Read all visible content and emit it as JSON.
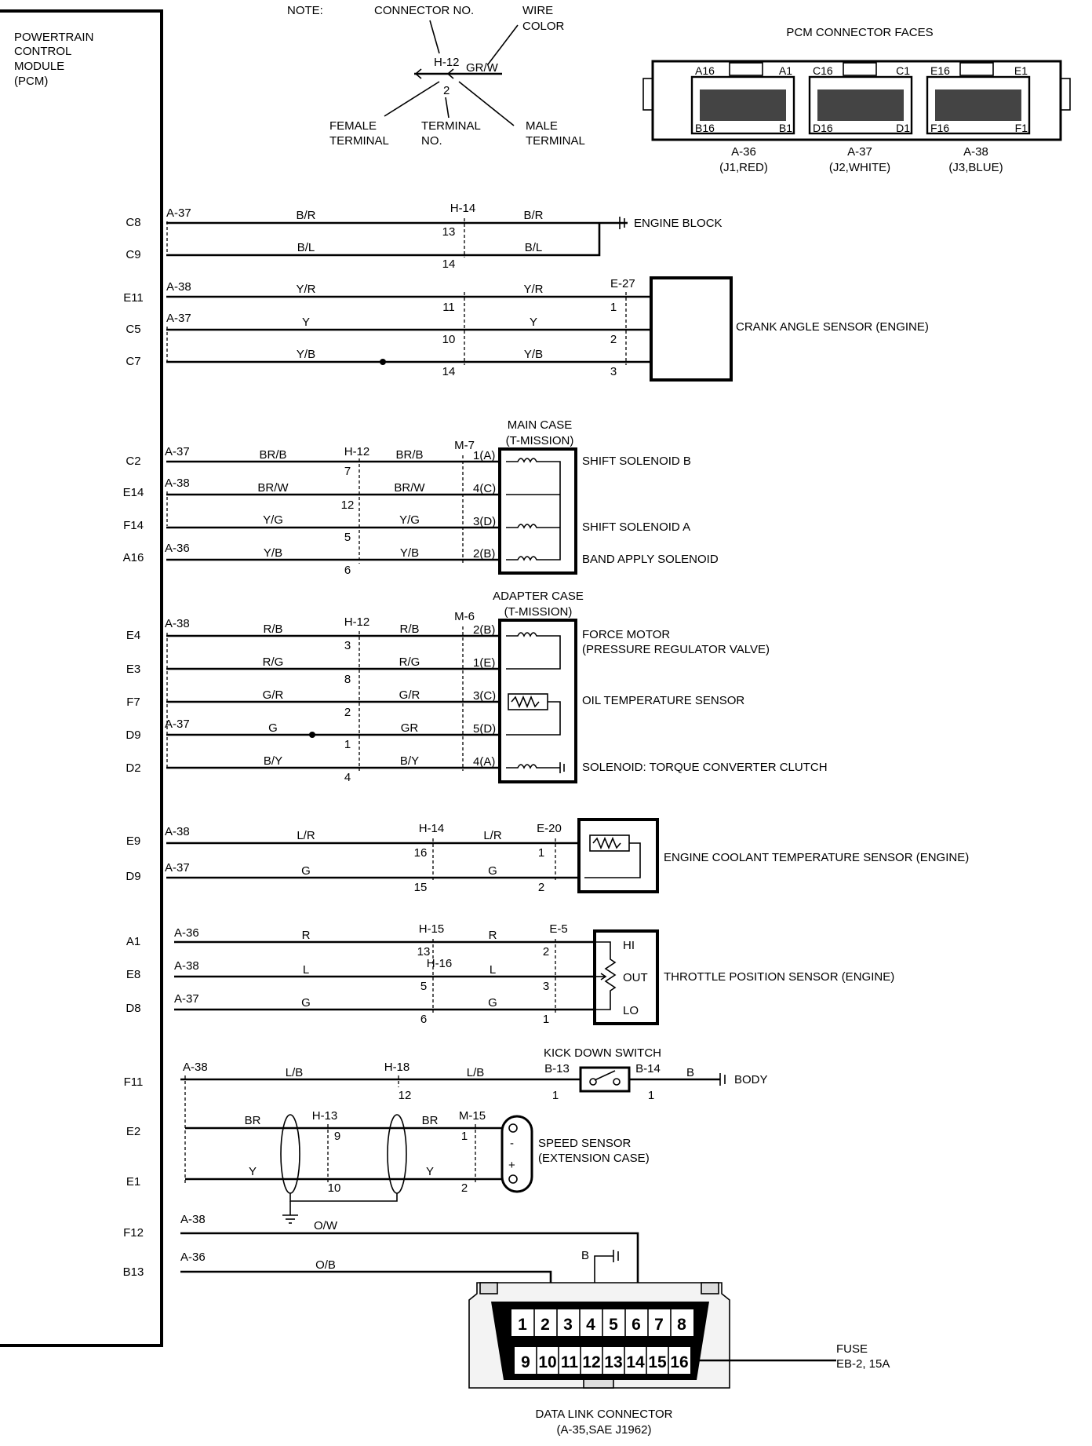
{
  "pcm": {
    "title_lines": [
      "POWERTRAIN",
      "CONTROL",
      "MODULE",
      "(PCM)"
    ],
    "pins": [
      "C8",
      "C9",
      "E11",
      "C5",
      "C7",
      "C2",
      "E14",
      "F14",
      "A16",
      "E4",
      "E3",
      "F7",
      "D9",
      "D2",
      "E9",
      "D9",
      "A1",
      "E8",
      "D8",
      "F11",
      "E2",
      "E1",
      "F12",
      "B13"
    ]
  },
  "note": {
    "title": "NOTE:",
    "connector_no": "CONNECTOR NO.",
    "wire_color_lines": [
      "WIRE",
      "COLOR"
    ],
    "example_connector": "H-12",
    "example_wire": "GR/W",
    "example_terminal": "2",
    "female_lines": [
      "FEMALE",
      "TERMINAL"
    ],
    "terminal_no_lines": [
      "TERMINAL",
      "NO."
    ],
    "male_lines": [
      "MALE",
      "TERMINAL"
    ]
  },
  "pcm_faces": {
    "title": "PCM CONNECTOR FACES",
    "connectors": [
      {
        "top_left": "A16",
        "top_right": "A1",
        "bottom_left": "B16",
        "bottom_right": "B1",
        "name": "A-36",
        "sub": "(J1,RED)"
      },
      {
        "top_left": "C16",
        "top_right": "C1",
        "bottom_left": "D16",
        "bottom_right": "D1",
        "name": "A-37",
        "sub": "(J2,WHITE)"
      },
      {
        "top_left": "E16",
        "top_right": "E1",
        "bottom_left": "F16",
        "bottom_right": "F1",
        "name": "A-38",
        "sub": "(J3,BLUE)"
      }
    ]
  },
  "engine_ground": {
    "pcm_connector": "A-37",
    "mid_connector": "H-14",
    "wires": [
      {
        "pin": "C8",
        "color": "B/R",
        "mid_terminal": "13"
      },
      {
        "pin": "C9",
        "color": "B/L",
        "mid_terminal": "14"
      }
    ],
    "ground_label": "ENGINE BLOCK"
  },
  "crank_angle": {
    "connector_a38": "A-38",
    "connector_a37": "A-37",
    "sensor_connector": "E-27",
    "wires": [
      {
        "pin": "E11",
        "color": "Y/R",
        "mid_terminal": "11",
        "end_terminal": "1"
      },
      {
        "pin": "C5",
        "color": "Y",
        "mid_terminal": "10",
        "end_terminal": "2"
      },
      {
        "pin": "C7",
        "color": "Y/B",
        "mid_terminal": "14",
        "end_terminal": "3"
      }
    ],
    "label": "CRANK ANGLE SENSOR (ENGINE)"
  },
  "main_case": {
    "title_lines": [
      "MAIN CASE",
      "(T-MISSION)"
    ],
    "conn_a37": "A-37",
    "conn_a38": "A-38",
    "conn_a36": "A-36",
    "mid_connector": "H-12",
    "end_connector": "M-7",
    "wires": [
      {
        "pin": "C2",
        "color": "BR/B",
        "mid_terminal": "7",
        "end_terminal": "1(A)"
      },
      {
        "pin": "E14",
        "color": "BR/W",
        "mid_terminal": "12",
        "end_terminal": "4(C)"
      },
      {
        "pin": "F14",
        "color": "Y/G",
        "mid_terminal": "5",
        "end_terminal": "3(D)"
      },
      {
        "pin": "A16",
        "color": "Y/B",
        "mid_terminal": "6",
        "end_terminal": "2(B)"
      }
    ],
    "labels": [
      "SHIFT SOLENOID B",
      "SHIFT SOLENOID A",
      "BAND APPLY SOLENOID"
    ]
  },
  "adapter_case": {
    "title_lines": [
      "ADAPTER CASE",
      "(T-MISSION)"
    ],
    "conn_a38": "A-38",
    "conn_a37": "A-37",
    "mid_connector": "H-12",
    "end_connector": "M-6",
    "wires": [
      {
        "pin": "E4",
        "color_left": "R/B",
        "color_right": "R/B",
        "mid_terminal": "3",
        "end_terminal": "2(B)"
      },
      {
        "pin": "E3",
        "color_left": "R/G",
        "color_right": "R/G",
        "mid_terminal": "8",
        "end_terminal": "1(E)"
      },
      {
        "pin": "F7",
        "color_left": "G/R",
        "color_right": "G/R",
        "mid_terminal": "2",
        "end_terminal": "3(C)"
      },
      {
        "pin": "D9",
        "color_left": "G",
        "color_right": "GR",
        "mid_terminal": "1",
        "end_terminal": "5(D)"
      },
      {
        "pin": "D2",
        "color_left": "B/Y",
        "color_right": "B/Y",
        "mid_terminal": "4",
        "end_terminal": "4(A)"
      }
    ],
    "labels": {
      "force_motor": [
        "FORCE MOTOR",
        "(PRESSURE REGULATOR VALVE)"
      ],
      "oil_temp": "OIL TEMPERATURE SENSOR",
      "tcc": "SOLENOID: TORQUE CONVERTER CLUTCH"
    }
  },
  "ect": {
    "conn_a38": "A-38",
    "conn_a37": "A-37",
    "mid_connector": "H-14",
    "end_connector": "E-20",
    "wires": [
      {
        "pin": "E9",
        "color": "L/R",
        "mid_terminal": "16",
        "end_terminal": "1"
      },
      {
        "pin": "D9",
        "color": "G",
        "mid_terminal": "15",
        "end_terminal": "2"
      }
    ],
    "label": "ENGINE COOLANT TEMPERATURE SENSOR (ENGINE)"
  },
  "tps": {
    "conn_a36": "A-36",
    "conn_a38": "A-38",
    "conn_a37": "A-37",
    "mid_h15": "H-15",
    "mid_h16": "H-16",
    "end_connector": "E-5",
    "wires": [
      {
        "pin": "A1",
        "color": "R",
        "mid_terminal": "13",
        "end_terminal": "2"
      },
      {
        "pin": "E8",
        "color": "L",
        "mid_terminal": "5",
        "end_terminal": "3"
      },
      {
        "pin": "D8",
        "color": "G",
        "mid_terminal": "6",
        "end_terminal": "1"
      }
    ],
    "hi": "HI",
    "out": "OUT",
    "lo": "LO",
    "label": "THROTTLE POSITION SENSOR (ENGINE)"
  },
  "kickdown": {
    "pin": "F11",
    "pcm_connector": "A-38",
    "mid_connector": "H-18",
    "mid_terminal": "12",
    "color_left": "L/B",
    "color_right": "L/B",
    "switch_title": "KICK DOWN SWITCH",
    "conn_left": "B-13",
    "conn_right": "B-14",
    "term_left": "1",
    "term_right": "1",
    "ground_color": "B",
    "ground_label": "BODY"
  },
  "speed_sensor": {
    "mid_connector": "H-13",
    "end_connector": "M-15",
    "wires": [
      {
        "pin": "E2",
        "color_left": "BR",
        "color_right": "BR",
        "mid_terminal": "9",
        "end_terminal": "1"
      },
      {
        "pin": "E1",
        "color_left": "Y",
        "color_right": "Y",
        "mid_terminal": "10",
        "end_terminal": "2"
      }
    ],
    "minus": "-",
    "plus": "+",
    "label_lines": [
      "SPEED SENSOR",
      "(EXTENSION CASE)"
    ]
  },
  "dlc": {
    "wires": [
      {
        "pin": "F12",
        "pcm_connector": "A-38",
        "color": "O/W"
      },
      {
        "pin": "B13",
        "pcm_connector": "A-36",
        "color": "O/B"
      }
    ],
    "ground_color": "B",
    "top_row": [
      "1",
      "2",
      "3",
      "4",
      "5",
      "6",
      "7",
      "8"
    ],
    "bottom_row": [
      "9",
      "10",
      "11",
      "12",
      "13",
      "14",
      "15",
      "16"
    ],
    "fuse_lines": [
      "FUSE",
      "EB-2, 15A"
    ],
    "title_lines": [
      "DATA LINK CONNECTOR",
      "(A-35,SAE J1962)"
    ]
  }
}
